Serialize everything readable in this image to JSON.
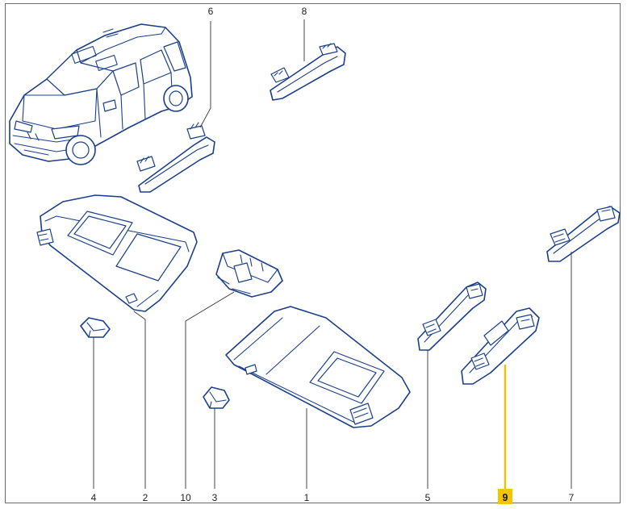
{
  "parts": [
    {
      "id": "part-1",
      "label": "1",
      "highlighted": false
    },
    {
      "id": "part-2",
      "label": "2",
      "highlighted": false
    },
    {
      "id": "part-3",
      "label": "3",
      "highlighted": false
    },
    {
      "id": "part-4",
      "label": "4",
      "highlighted": false
    },
    {
      "id": "part-5",
      "label": "5",
      "highlighted": false
    },
    {
      "id": "part-6",
      "label": "6",
      "highlighted": false
    },
    {
      "id": "part-7",
      "label": "7",
      "highlighted": false
    },
    {
      "id": "part-8",
      "label": "8",
      "highlighted": false
    },
    {
      "id": "part-9",
      "label": "9",
      "highlighted": true
    },
    {
      "id": "part-10",
      "label": "10",
      "highlighted": false
    }
  ],
  "colors": {
    "line_art": "#1b3f8a",
    "highlight": "#f5c400",
    "leader": "#333333"
  }
}
